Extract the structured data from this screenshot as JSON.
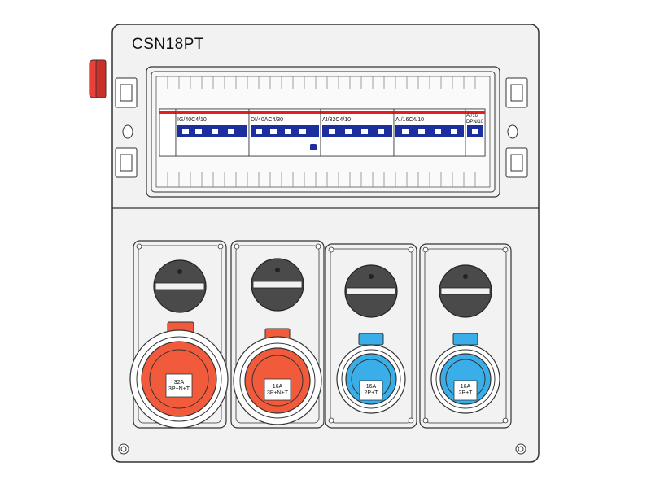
{
  "enclosure": {
    "model": "CSN18PT",
    "colors": {
      "body": "#f2f2f2",
      "outline": "#333333",
      "knob": "#4a4a4a",
      "red_socket": "#f25a3c",
      "blue_socket": "#3aaee8",
      "breaker_blue": "#1d2f9e",
      "breaker_red": "#e02020"
    }
  },
  "breakers": [
    {
      "label": "IG/40C4/10"
    },
    {
      "label": "DI/40AC4/30"
    },
    {
      "label": "AI/32C4/10"
    },
    {
      "label": "AI/16C4/10"
    },
    {
      "label": "AI/16 DPN/10"
    }
  ],
  "sockets": [
    {
      "rating": "32A",
      "poles": "3P+N+T",
      "color": "red"
    },
    {
      "rating": "16A",
      "poles": "3P+N+T",
      "color": "red"
    },
    {
      "rating": "16A",
      "poles": "2P+T",
      "color": "blue"
    },
    {
      "rating": "16A",
      "poles": "2P+T",
      "color": "blue"
    }
  ],
  "icons": [
    "emergency-stop-icon",
    "rotary-switch-icon",
    "latch-icon",
    "screw-icon"
  ]
}
